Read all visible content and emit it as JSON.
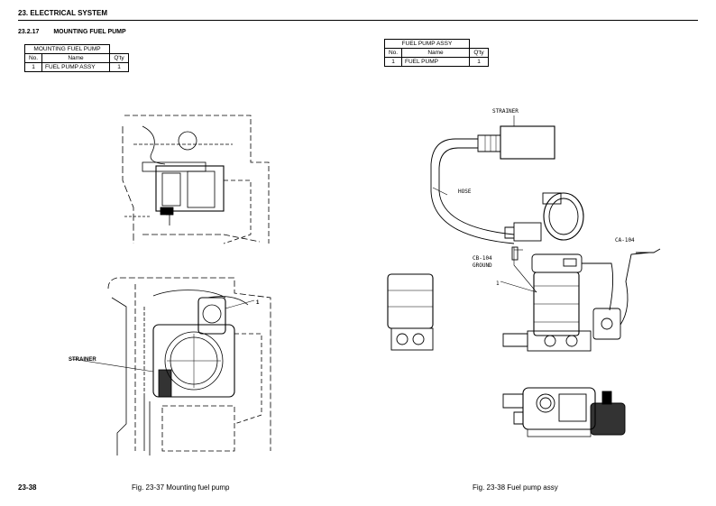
{
  "header": {
    "section": "23. ELECTRICAL SYSTEM",
    "subsection_number": "23.2.17",
    "subsection_title": "MOUNTING FUEL PUMP"
  },
  "table_left": {
    "caption": "MOUNTING FUEL PUMP",
    "columns": [
      "No.",
      "Name",
      "Q'ty"
    ],
    "rows": [
      [
        "1",
        "FUEL PUMP ASSY",
        "1"
      ]
    ]
  },
  "table_right": {
    "caption": "FUEL PUMP ASSY",
    "columns": [
      "No.",
      "Name",
      "Q'ty"
    ],
    "rows": [
      [
        "1",
        "FUEL PUMP",
        "1"
      ]
    ]
  },
  "figure_left": {
    "caption": "Fig. 23-37  Mounting fuel pump",
    "label_strainer": "STRAINER",
    "label_item": "1"
  },
  "figure_right": {
    "caption": "Fig. 23-38  Fuel pump assy",
    "label_strainer": "STRAINER",
    "label_hose": "HOSE",
    "label_ca104": "CA-104",
    "label_cb104": "CB-104",
    "label_ground": "GROUND",
    "label_item": "1"
  },
  "footer": {
    "page_number": "23-38"
  }
}
